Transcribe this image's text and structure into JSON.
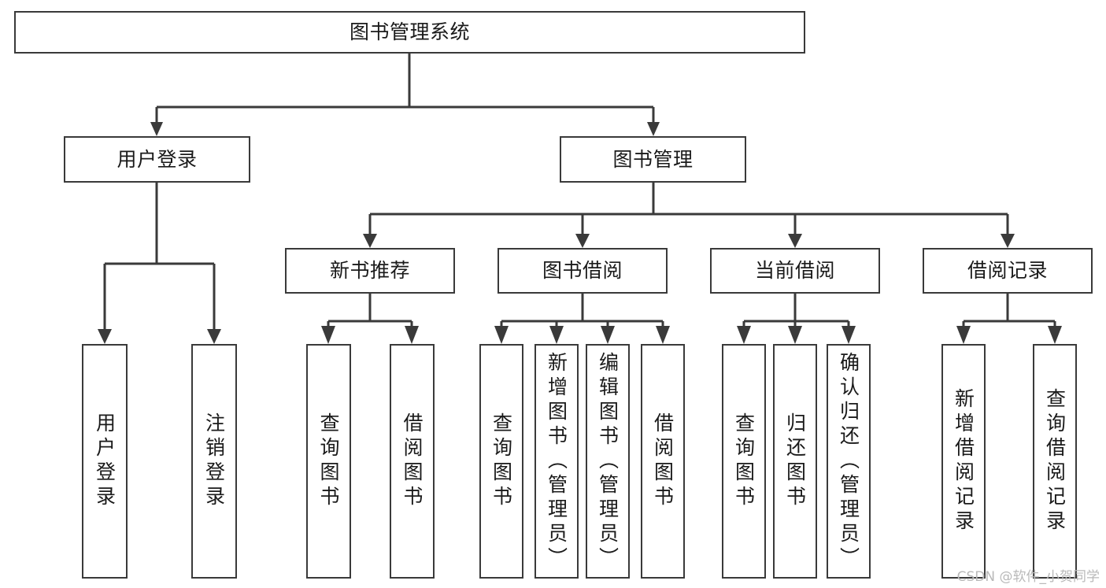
{
  "diagram": {
    "type": "tree-hierarchy",
    "title": "图书管理系统",
    "watermark": "CSDN @软件_小贺同学",
    "colors": {
      "stroke": "#3a3a3a",
      "fill": "#ffffff",
      "text": "#1a1a1a",
      "watermark": "#b9b9b9"
    },
    "nodes": {
      "root": {
        "label": "图书管理系统"
      },
      "level2": [
        {
          "label": "用户登录"
        },
        {
          "label": "图书管理"
        }
      ],
      "level3": [
        {
          "label": "新书推荐"
        },
        {
          "label": "图书借阅"
        },
        {
          "label": "当前借阅"
        },
        {
          "label": "借阅记录"
        }
      ],
      "leaves_user_login": [
        {
          "label": "用户登录"
        },
        {
          "label": "注销登录"
        }
      ],
      "leaves_new_book": [
        {
          "label": "查询图书"
        },
        {
          "label": "借阅图书"
        }
      ],
      "leaves_borrow": [
        {
          "label": "查询图书"
        },
        {
          "label": "新增图书（管理员）"
        },
        {
          "label": "编辑图书（管理员）"
        },
        {
          "label": "借阅图书"
        }
      ],
      "leaves_current": [
        {
          "label": "查询图书"
        },
        {
          "label": "归还图书"
        },
        {
          "label": "确认归还（管理员）"
        }
      ],
      "leaves_record": [
        {
          "label": "新增借阅记录"
        },
        {
          "label": "查询借阅记录"
        }
      ]
    }
  }
}
